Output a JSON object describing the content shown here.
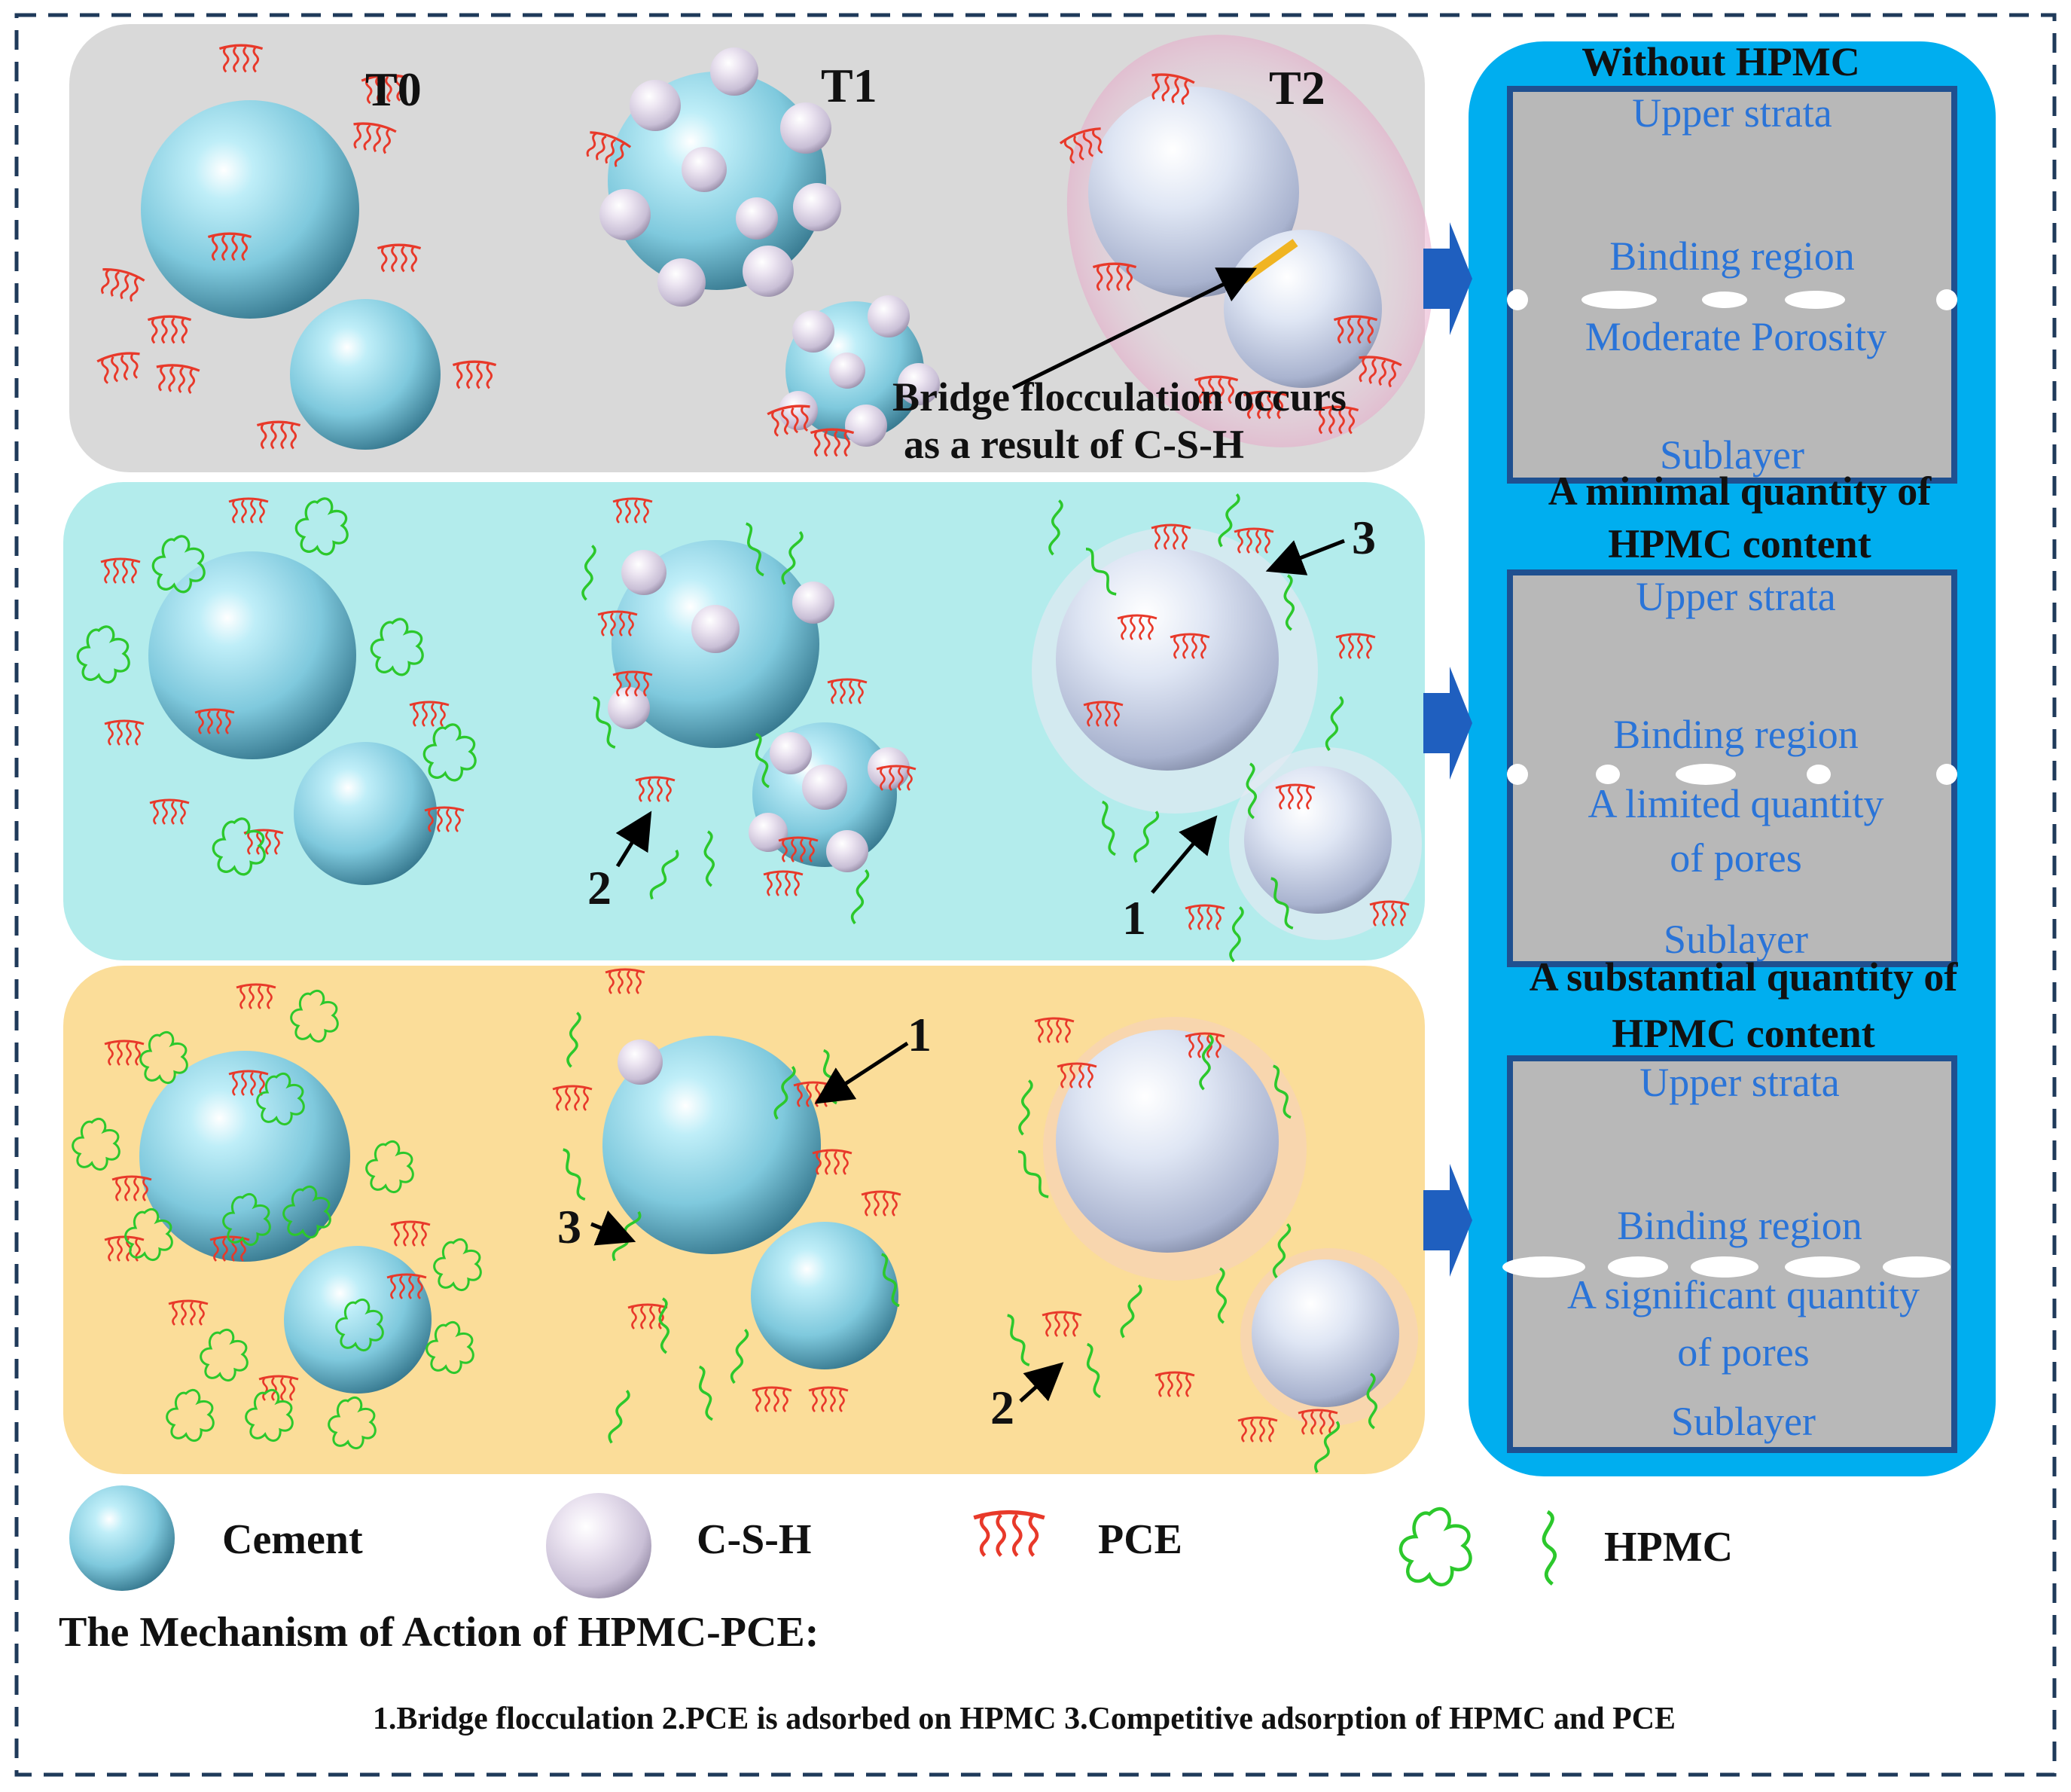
{
  "panels": {
    "top": {
      "time_labels": [
        "T0",
        "T1",
        "T2"
      ],
      "annotation_line1": "Bridge flocculation occurs",
      "annotation_line2": "as a result of C-S-H",
      "color": "#d9d9d9"
    },
    "middle": {
      "markers": [
        "2",
        "1",
        "3"
      ],
      "color": "#b3ecec"
    },
    "bottom": {
      "markers": [
        "1",
        "3",
        "2"
      ],
      "color": "#fbdd99"
    }
  },
  "right_panel": {
    "color": "#00aeef",
    "boxes": [
      {
        "heading": "Without HPMC",
        "upper": "Upper strata",
        "binding": "Binding region",
        "porosity_lines": [
          "Moderate Porosity"
        ],
        "sublayer": "Sublayer"
      },
      {
        "heading_lines": [
          "A minimal quantity of",
          "HPMC content"
        ],
        "upper": "Upper strata",
        "binding": "Binding region",
        "porosity_lines": [
          "A limited quantity",
          "of pores"
        ],
        "sublayer": "Sublayer"
      },
      {
        "heading_lines": [
          "A substantial quantity of",
          "HPMC content"
        ],
        "upper": "Upper strata",
        "binding": "Binding region",
        "porosity_lines": [
          "A significant quantity",
          "of pores"
        ],
        "sublayer": "Sublayer"
      }
    ]
  },
  "legend": {
    "items": [
      {
        "label": "Cement",
        "icon": "cement-sphere-icon"
      },
      {
        "label": "C-S-H",
        "icon": "csh-sphere-icon"
      },
      {
        "label": "PCE",
        "icon": "pce-comb-icon"
      },
      {
        "label": "HPMC",
        "icon": "hpmc-chain-icon"
      }
    ]
  },
  "mechanism": {
    "title": "The Mechanism of Action of HPMC-PCE:",
    "items": "1.Bridge flocculation  2.PCE is adsorbed on HPMC 3.Competitive adsorption of HPMC and PCE"
  },
  "colors": {
    "cement": "#7fd3e6",
    "csh": "#ddd3e6",
    "pce": "#e8392a",
    "hpmc": "#2cc82c",
    "arrow": "#1f5fbf",
    "frame_dash": "#1f3a5a"
  }
}
